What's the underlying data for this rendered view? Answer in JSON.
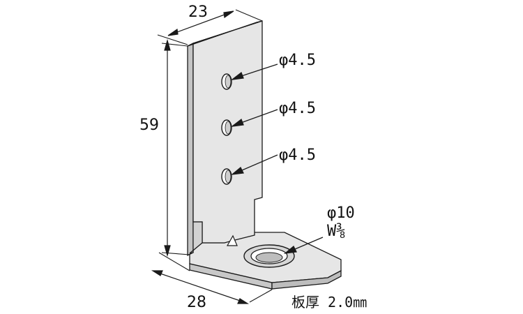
{
  "dimensions": {
    "width_top": "23",
    "height": "59",
    "depth_base": "28"
  },
  "holes": [
    {
      "label": "φ4.5"
    },
    {
      "label": "φ4.5"
    },
    {
      "label": "φ4.5"
    }
  ],
  "base_hole": {
    "label": "φ10",
    "thread": "W⅜"
  },
  "thickness_note": "板厚 2.0㎜",
  "colors": {
    "face_light": "#e6e6e6",
    "face_mid": "#d2d2d2",
    "face_dark": "#bdbdbd",
    "line": "#1a1a1a"
  }
}
